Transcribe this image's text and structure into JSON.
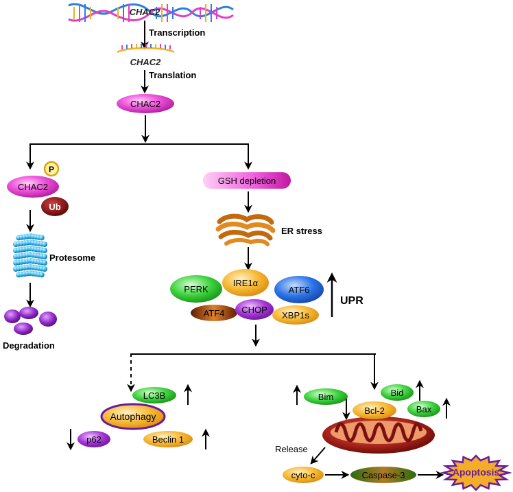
{
  "gene": {
    "name": "CHAC2"
  },
  "mrna": {
    "name": "CHAC2"
  },
  "steps": {
    "transcription": "Transcription",
    "translation": "Translation"
  },
  "protein": {
    "name": "CHAC2"
  },
  "left_branch": {
    "phospho_label": "P",
    "protein_label": "CHAC2",
    "ubiquitin_label": "Ub",
    "proteasome_label": "Protesome",
    "degradation_label": "Degradation"
  },
  "right_branch": {
    "gsh_label": "GSH depletion",
    "er_stress_label": "ER stress",
    "upr": {
      "label": "UPR",
      "perk": "PERK",
      "ire1a": "IRE1α",
      "atf6": "ATF6",
      "atf4": "ATF4",
      "chop": "CHOP",
      "xbp1s": "XBP1s"
    }
  },
  "autophagy": {
    "center": "Autophagy",
    "lc3b": "LC3B",
    "p62": "p62",
    "beclin1": "Beclin 1"
  },
  "apoptosis": {
    "bim": "Bim",
    "bid": "Bid",
    "bcl2": "Bcl-2",
    "bax": "Bax",
    "release": "Release",
    "cytoc": "cyto-c",
    "caspase3": "Caspase-3",
    "apoptosis": "Apoptosis"
  },
  "colors": {
    "magenta": "#e93fd8",
    "orange": "#f3ad2b",
    "green": "#3bd23b",
    "blue": "#2c6fe0",
    "purple": "#9b2bd0",
    "dark_red": "#8b1010",
    "mito": "#9e1b1b"
  }
}
